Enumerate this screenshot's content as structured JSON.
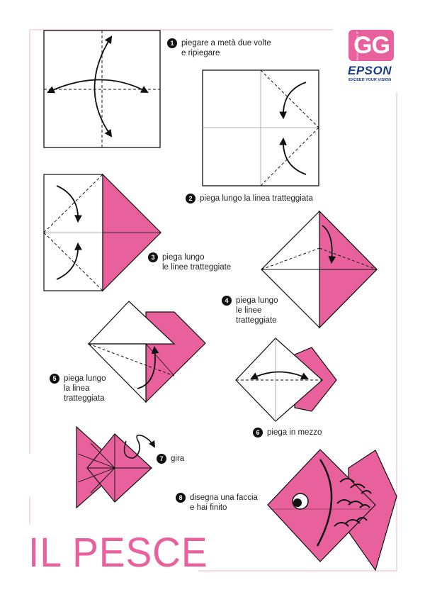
{
  "logo": {
    "gg": "GG",
    "side_text": "GRANDIGENITORI.IT",
    "brand": "EPSON",
    "tagline": "EXCEED YOUR VISION"
  },
  "title": "IL PESCE",
  "steps": [
    {
      "num": "1",
      "lines": [
        "piegare a metà due volte",
        "e ripiegare"
      ]
    },
    {
      "num": "2",
      "lines": [
        "piega lungo la linea tratteggiata"
      ]
    },
    {
      "num": "3",
      "lines": [
        "piega lungo",
        "le linee tratteggiate"
      ]
    },
    {
      "num": "4",
      "lines": [
        "piega lungo",
        "le linee",
        "tratteggiate"
      ]
    },
    {
      "num": "5",
      "lines": [
        "piega lungo",
        "la linea",
        "tratteggiata"
      ]
    },
    {
      "num": "6",
      "lines": [
        "piega in mezzo"
      ]
    },
    {
      "num": "7",
      "lines": [
        "gira"
      ]
    },
    {
      "num": "8",
      "lines": [
        "disegna una faccia",
        "e hai finito"
      ]
    }
  ],
  "colors": {
    "accent": "#e8609c",
    "brand_blue": "#1a3c8c",
    "frame_line": "#f2b3cd",
    "ink": "#111111"
  }
}
